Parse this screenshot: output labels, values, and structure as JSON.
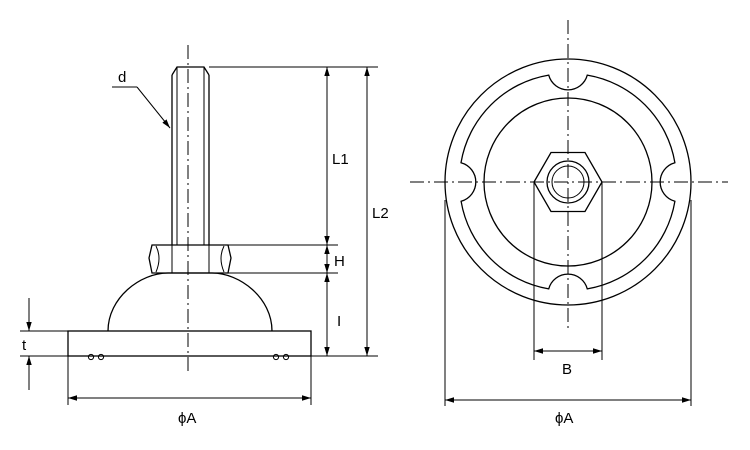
{
  "labels": {
    "thread_d": "d",
    "length_l1": "L1",
    "length_l2": "L2",
    "nut_h": "H",
    "height_i": "I",
    "thickness_t": "t",
    "hex_b": "B",
    "diameter_a_side": "ϕA",
    "diameter_a_top": "ϕA"
  },
  "colors": {
    "line": "#000000",
    "background": "#ffffff"
  }
}
